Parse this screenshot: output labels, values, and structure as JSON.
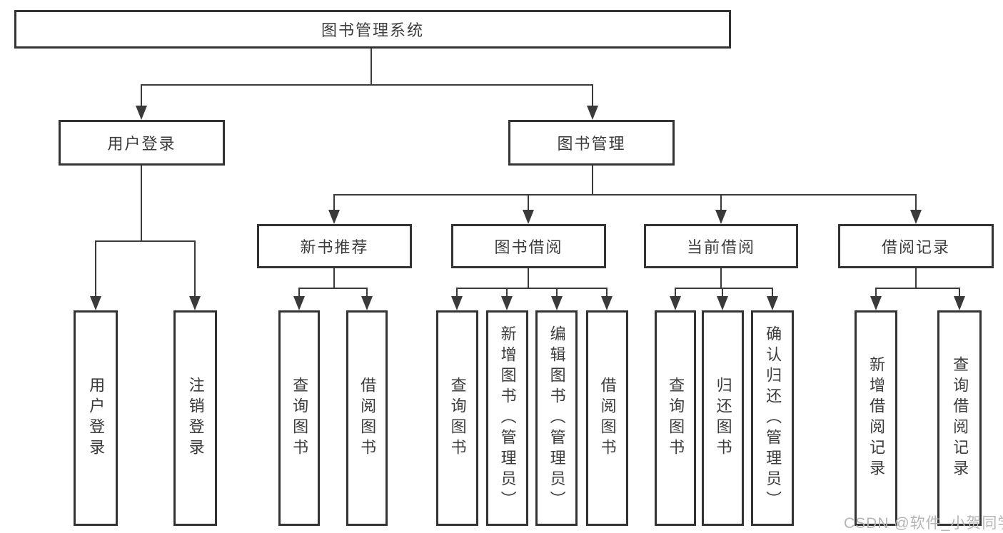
{
  "diagram": {
    "root": {
      "label": "图书管理系统"
    },
    "branches": [
      {
        "label": "用户登录",
        "leaves": [
          {
            "label": "用户登录"
          },
          {
            "label": "注销登录"
          }
        ]
      },
      {
        "label": "图书管理",
        "groups": [
          {
            "label": "新书推荐",
            "leaves": [
              {
                "label": "查询图书"
              },
              {
                "label": "借阅图书"
              }
            ]
          },
          {
            "label": "图书借阅",
            "leaves": [
              {
                "label": "查询图书"
              },
              {
                "label": "新增图书（管理员）"
              },
              {
                "label": "编辑图书（管理员）"
              },
              {
                "label": "借阅图书"
              }
            ]
          },
          {
            "label": "当前借阅",
            "leaves": [
              {
                "label": "查询图书"
              },
              {
                "label": "归还图书"
              },
              {
                "label": "确认归还（管理员）"
              }
            ]
          },
          {
            "label": "借阅记录",
            "leaves": [
              {
                "label": "新增借阅记录"
              },
              {
                "label": "查询借阅记录"
              }
            ]
          }
        ]
      }
    ]
  },
  "watermark": {
    "text": "CSDN @软件_小贺同学",
    "color": "#b5b5b5"
  },
  "colors": {
    "line": "#3a3a3a",
    "box_border": "#333333",
    "text": "#3c3c3c",
    "background": "#ffffff"
  }
}
